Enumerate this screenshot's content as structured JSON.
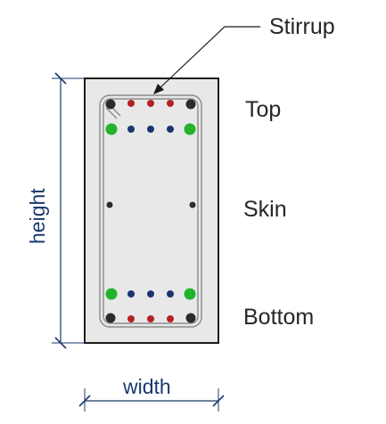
{
  "labels": {
    "stirrup": "Stirrup",
    "top": "Top",
    "skin": "Skin",
    "bottom": "Bottom",
    "height": "height",
    "width": "width"
  },
  "colors": {
    "section_fill": "#e8e8e8",
    "section_stroke": "#1a1a1a",
    "stirrup": "#8a8a8a",
    "corner_bar": "#2b2b2b",
    "green_bar": "#22b32a",
    "red_bar": "#b32222",
    "blue_bar": "#1a3570",
    "dimension_line": "#1a3a6b"
  },
  "rebar": {
    "top_row_1": [
      "corner",
      "red",
      "red",
      "red",
      "corner"
    ],
    "top_row_2": [
      "green",
      "blue",
      "blue",
      "blue",
      "green"
    ],
    "skin": [
      "corner",
      "corner"
    ],
    "bottom_row_1": [
      "green",
      "blue",
      "blue",
      "blue",
      "green"
    ],
    "bottom_row_2": [
      "corner",
      "red",
      "red",
      "red",
      "corner"
    ]
  }
}
